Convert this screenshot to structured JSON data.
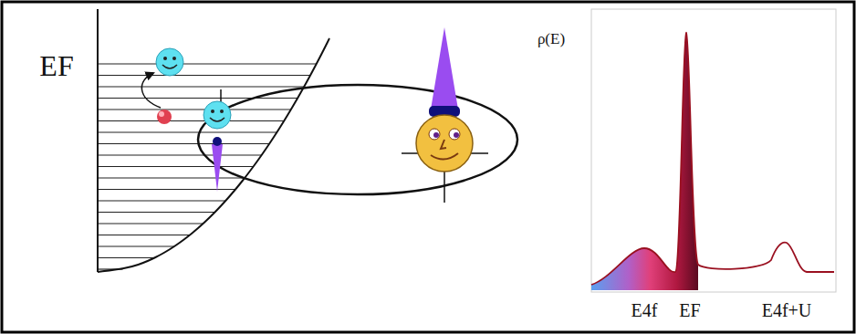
{
  "diagram": {
    "labels": [
      "EF",
      "ρ(E)",
      "E4f",
      "EF",
      "E4f+U"
    ]
  }
}
